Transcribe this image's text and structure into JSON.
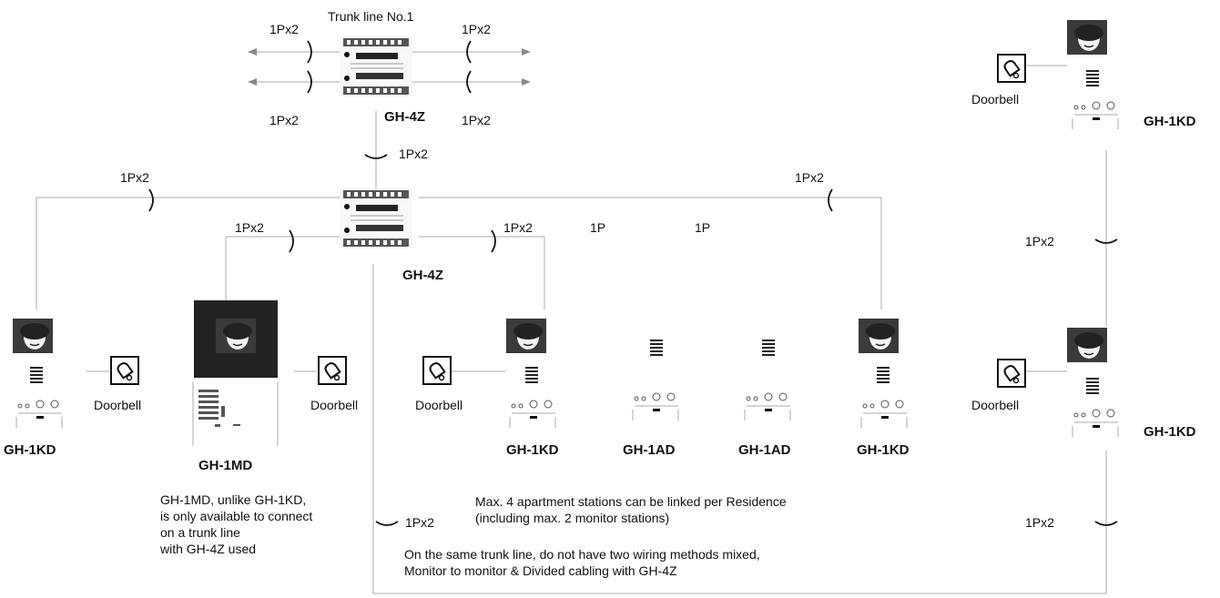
{
  "labels": {
    "trunk_line": "Trunk line No.1",
    "cable_1px2": "1Px2",
    "cable_1p": "1P",
    "doorbell": "Doorbell",
    "gh4z": "GH-4Z",
    "gh1kd": "GH-1KD",
    "gh1md": "GH-1MD",
    "gh1ad": "GH-1AD"
  },
  "notes": {
    "gh1md_l1": "GH-1MD, unlike GH-1KD,",
    "gh1md_l2": "is only available to connect",
    "gh1md_l3": "on a trunk line",
    "gh1md_l4": "with GH-4Z used",
    "max_l1": "Max. 4 apartment stations can be linked per Residence",
    "max_l2": "(including max. 2 monitor stations)",
    "trunk_l1": "On the same trunk line, do not have two wiring methods mixed,",
    "trunk_l2": "Monitor to monitor & Divided cabling with GH-4Z"
  }
}
